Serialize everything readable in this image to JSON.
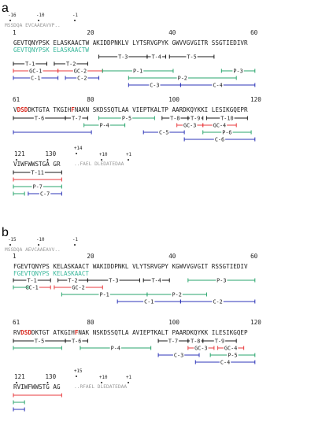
{
  "colors": {
    "black": "#1a1a1a",
    "red": "#e8393c",
    "green": "#2aa66d",
    "blue": "#2d35b8",
    "teal": "#3cb89c",
    "gray": "#9a9a9a",
    "highlight": "#d9261c"
  },
  "panels": [
    {
      "label": "a",
      "pre_nums": [
        "-16",
        "-10",
        "-1"
      ],
      "pre_seq": "MSSDQA EVCAAEAVVP..",
      "rows": [
        {
          "nums": [
            "1",
            "20",
            "40",
            "60"
          ],
          "seq_before": "GEVTQNYPSK ELASKAACTW AKIDDPNKLV LYTSRVGPYK GWVVGVGITR SSGTIEDIVR",
          "highlights": [],
          "teal_seq": "GEVTQNYPSK ELASKAACTW",
          "segments": [
            {
              "label": "T-3",
              "color": "black",
              "lane": 0,
              "start": 22,
              "end": 33
            },
            {
              "label": "T-4",
              "color": "black",
              "lane": 0,
              "start": 34,
              "end": 38
            },
            {
              "label": "T-5",
              "color": "black",
              "lane": 0,
              "start": 40,
              "end": 50
            },
            {
              "label": "T-1",
              "color": "black",
              "lane": 1,
              "start": 1,
              "end": 9
            },
            {
              "label": "T-2",
              "color": "black",
              "lane": 1,
              "start": 11,
              "end": 19
            },
            {
              "label": "GC-1",
              "color": "red",
              "lane": 2,
              "start": 1,
              "end": 11
            },
            {
              "label": "GC-2",
              "color": "red",
              "lane": 2,
              "start": 12,
              "end": 22
            },
            {
              "label": "P-1",
              "color": "green",
              "lane": 2,
              "start": 23,
              "end": 40
            },
            {
              "label": "P-3",
              "color": "green",
              "lane": 2,
              "start": 52,
              "end": 60
            },
            {
              "label": "C-1",
              "color": "blue",
              "lane": 3,
              "start": 1,
              "end": 11
            },
            {
              "label": "C-2",
              "color": "blue",
              "lane": 3,
              "start": 14,
              "end": 21
            },
            {
              "label": "P-2",
              "color": "green",
              "lane": 3,
              "start": 30,
              "end": 55
            },
            {
              "label": "C-3",
              "color": "blue",
              "lane": 4,
              "start": 30,
              "end": 41
            },
            {
              "label": "C-4",
              "color": "blue",
              "lane": 4,
              "start": 42,
              "end": 60
            }
          ]
        },
        {
          "nums": [
            "61",
            "80",
            "100",
            "120"
          ],
          "seq_before": "VDSDDKTGTA TKGIHFNAKN SKDSSQTLAA VIEPTKALTP AARDKQYKKI LESIKGQEPR",
          "highlights": [
            1,
            2,
            3,
            15
          ],
          "teal_seq": "",
          "segments": [
            {
              "label": "T-6",
              "color": "black",
              "lane": 0,
              "start": 61,
              "end": 73
            },
            {
              "label": "T-7",
              "color": "black",
              "lane": 0,
              "start": 74,
              "end": 79
            },
            {
              "label": "P-5",
              "color": "green",
              "lane": 0,
              "start": 82,
              "end": 95
            },
            {
              "label": "T-8",
              "color": "black",
              "lane": 0,
              "start": 98,
              "end": 103
            },
            {
              "label": "T-9",
              "color": "black",
              "lane": 0,
              "start": 104,
              "end": 107
            },
            {
              "label": "T-10",
              "color": "black",
              "lane": 0,
              "start": 109,
              "end": 118
            },
            {
              "label": "P-4",
              "color": "green",
              "lane": 1,
              "start": 79,
              "end": 88
            },
            {
              "label": "GC-3",
              "color": "red",
              "lane": 1,
              "start": 101,
              "end": 107
            },
            {
              "label": "GC-4",
              "color": "red",
              "lane": 1,
              "start": 108,
              "end": 115
            },
            {
              "label": "C-5",
              "color": "blue",
              "lane": 2,
              "start": 93,
              "end": 102
            },
            {
              "label": "P-6",
              "color": "green",
              "lane": 2,
              "start": 108,
              "end": 119
            },
            {
              "label": "C-6",
              "color": "blue",
              "lane": 3,
              "start": 103,
              "end": 120
            }
          ],
          "plain_lines": [
            {
              "color": "blue",
              "lane": 2,
              "start": 61,
              "end": 80
            }
          ]
        },
        {
          "nums": [
            "121",
            "130",
            "+14",
            "+10",
            "+1"
          ],
          "seq_before": "VIWFWWSTGA GR",
          "highlights": [],
          "teal_seq": "",
          "post_seq": "..FAEL DLEDATEDAA",
          "segments": [
            {
              "label": "T-11",
              "color": "black",
              "lane": 0,
              "start": 121,
              "end": 132
            },
            {
              "label": "P-7",
              "color": "green",
              "lane": 2,
              "start": 121,
              "end": 132
            },
            {
              "label": "C-7",
              "color": "blue",
              "lane": 3,
              "start": 125,
              "end": 132
            }
          ],
          "plain_lines": [
            {
              "color": "red",
              "lane": 1,
              "start": 121,
              "end": 132
            },
            {
              "color": "green",
              "lane": 3,
              "start": 121,
              "end": 123
            }
          ]
        }
      ]
    },
    {
      "label": "b",
      "pre_nums": [
        "-15",
        "-10",
        "-1"
      ],
      "pre_seq": "MSSDQA AEVCAAEAVV..",
      "rows": [
        {
          "nums": [
            "1",
            "20",
            "40",
            "60"
          ],
          "seq_before": "FGEVTQNYPS KELASKAACT WAKIDDPNKL VLYTSRVGPY KGWVVGVGIT RSSGTIEDIV",
          "highlights": [],
          "teal_seq": "FGEVTQNYPS KELASKAACT",
          "segments": [
            {
              "label": "T-1",
              "color": "black",
              "lane": 0,
              "start": 1,
              "end": 10
            },
            {
              "label": "T-2",
              "color": "black",
              "lane": 0,
              "start": 12,
              "end": 19
            },
            {
              "label": "T-3",
              "color": "black",
              "lane": 0,
              "start": 20,
              "end": 31
            },
            {
              "label": "T-4",
              "color": "black",
              "lane": 0,
              "start": 33,
              "end": 39
            },
            {
              "label": "P-3",
              "color": "green",
              "lane": 0,
              "start": 44,
              "end": 60
            },
            {
              "label": "GC-1",
              "color": "red",
              "lane": 1,
              "start": 1,
              "end": 10
            },
            {
              "label": "GC-2",
              "color": "red",
              "lane": 1,
              "start": 11,
              "end": 22
            },
            {
              "label": "P-1",
              "color": "green",
              "lane": 2,
              "start": 13,
              "end": 33
            },
            {
              "label": "P-2",
              "color": "green",
              "lane": 2,
              "start": 34,
              "end": 48
            },
            {
              "label": "C-1",
              "color": "blue",
              "lane": 3,
              "start": 27,
              "end": 41
            },
            {
              "label": "C-2",
              "color": "blue",
              "lane": 3,
              "start": 42,
              "end": 60
            }
          ],
          "plain_lines": [
            {
              "color": "green",
              "lane": 1,
              "start": 1,
              "end": 4
            }
          ]
        },
        {
          "nums": [
            "61",
            "80",
            "100",
            "120"
          ],
          "seq_before": "RVDSDDKTGT ATKGIHFNAK NSKDSSQTLA AVIEPTKALT PAARDKQYKK ILESIKGQEP",
          "highlights": [
            2,
            3,
            4,
            16
          ],
          "teal_seq": "",
          "segments": [
            {
              "label": "T-5",
              "color": "black",
              "lane": 0,
              "start": 61,
              "end": 73
            },
            {
              "label": "T-6",
              "color": "black",
              "lane": 0,
              "start": 74,
              "end": 79
            },
            {
              "label": "T-7",
              "color": "black",
              "lane": 0,
              "start": 97,
              "end": 103
            },
            {
              "label": "T-8",
              "color": "black",
              "lane": 0,
              "start": 104,
              "end": 107
            },
            {
              "label": "T-9",
              "color": "black",
              "lane": 0,
              "start": 108,
              "end": 115
            },
            {
              "label": "P-4",
              "color": "green",
              "lane": 1,
              "start": 78,
              "end": 94
            },
            {
              "label": "GC-3",
              "color": "red",
              "lane": 1,
              "start": 104,
              "end": 110
            },
            {
              "label": "GC-4",
              "color": "red",
              "lane": 1,
              "start": 111,
              "end": 117
            },
            {
              "label": "C-3",
              "color": "blue",
              "lane": 2,
              "start": 97,
              "end": 106
            },
            {
              "label": "P-5",
              "color": "green",
              "lane": 2,
              "start": 110,
              "end": 120
            },
            {
              "label": "C-4",
              "color": "blue",
              "lane": 3,
              "start": 106,
              "end": 120
            }
          ],
          "plain_lines": [
            {
              "color": "green",
              "lane": 1,
              "start": 61,
              "end": 72
            }
          ]
        },
        {
          "nums": [
            "121",
            "130",
            "+15",
            "+10",
            "+1"
          ],
          "seq_before": "RVIWFWWSTG AG",
          "highlights": [],
          "teal_seq": "",
          "post_seq": "..RFAEL DLEDATEDAA",
          "segments": [],
          "plain_lines": [
            {
              "color": "red",
              "lane": 0,
              "start": 121,
              "end": 132
            },
            {
              "color": "green",
              "lane": 1,
              "start": 121,
              "end": 123
            },
            {
              "color": "blue",
              "lane": 2,
              "start": 121,
              "end": 123
            }
          ]
        }
      ]
    }
  ]
}
